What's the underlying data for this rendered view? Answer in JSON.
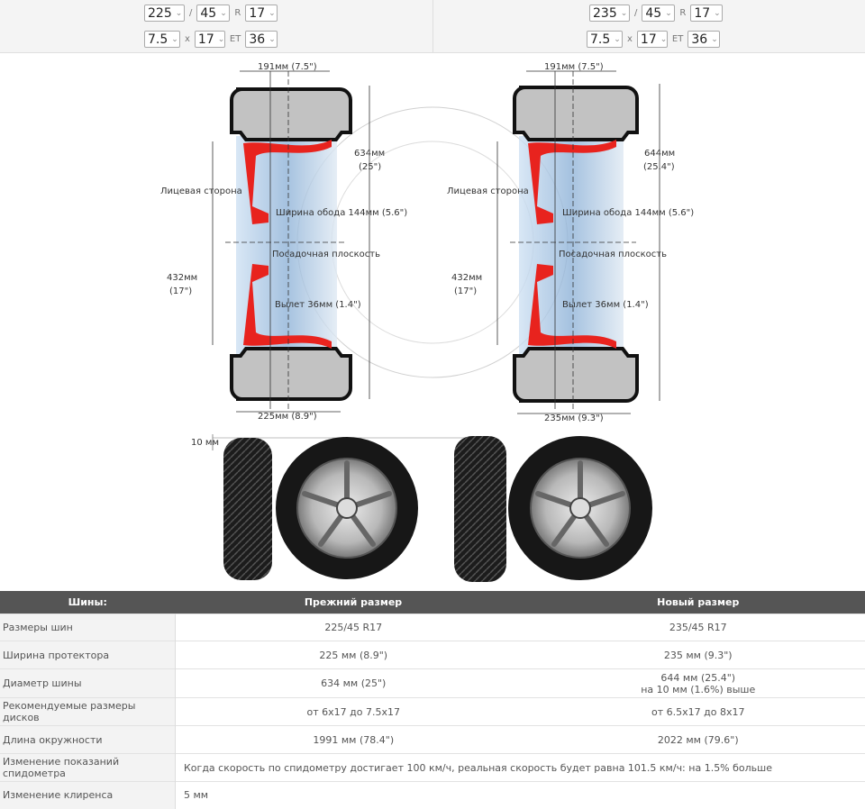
{
  "selectors": {
    "old": {
      "width": "225",
      "profile": "45",
      "r_sep": "R",
      "diameter": "17",
      "rim_width": "7.5",
      "x_sep": "x",
      "rim_diameter": "17",
      "et_sep": "ET",
      "offset": "36"
    },
    "new": {
      "width": "235",
      "profile": "45",
      "r_sep": "R",
      "diameter": "17",
      "rim_width": "7.5",
      "x_sep": "x",
      "rim_diameter": "17",
      "et_sep": "ET",
      "offset": "36"
    },
    "slash": "/"
  },
  "diagram": {
    "old": {
      "rim_width": "191мм (7.5\")",
      "height": "634мм",
      "height_in": "(25\")",
      "face": "Лицевая сторона",
      "rim_label": "Ширина обода 144мм (5.6\")",
      "seat": "Посадочная плоскость",
      "disk": "432мм",
      "disk_in": "(17\")",
      "offset": "Вылет 36мм (1.4\")",
      "tread": "225мм (8.9\")"
    },
    "new": {
      "rim_width": "191мм (7.5\")",
      "height": "644мм",
      "height_in": "(25.4\")",
      "face": "Лицевая сторона",
      "rim_label": "Ширина обода 144мм (5.6\")",
      "seat": "Посадочная плоскость",
      "disk": "432мм",
      "disk_in": "(17\")",
      "offset": "Вылет 36мм (1.4\")",
      "tread": "235мм (9.3\")"
    }
  },
  "photos": {
    "diff": "10 мм"
  },
  "table": {
    "headers": [
      "Шины:",
      "Прежний размер",
      "Новый размер"
    ],
    "rows": [
      {
        "label": "Размеры шин",
        "old": "225/45 R17",
        "new": "235/45 R17"
      },
      {
        "label": "Ширина протектора",
        "old": "225 мм (8.9\")",
        "new": "235 мм (9.3\")"
      },
      {
        "label": "Диаметр шины",
        "old": "634 мм (25\")",
        "new": "644 мм (25.4\")",
        "new2": "на 10 мм (1.6%) выше"
      },
      {
        "label": "Рекомендуемые размеры дисков",
        "old": "от 6x17 до 7.5x17",
        "new": "от 6.5x17 до 8x17"
      },
      {
        "label": "Длина окружности",
        "old": "1991 мм (78.4\")",
        "new": "2022 мм (79.6\")"
      }
    ],
    "speedo": {
      "label": "Изменение показаний спидометра",
      "text": "Когда скорость по спидометру достигает 100 км/ч, реальная скорость будет равна 101.5 км/ч: на 1.5% больше"
    },
    "clearance": {
      "label": "Изменение клиренса",
      "text": "5 мм"
    }
  },
  "colors": {
    "header_bg": "#555555",
    "rim_red": "#e8231e",
    "tire_grey": "#bdbdbd"
  }
}
